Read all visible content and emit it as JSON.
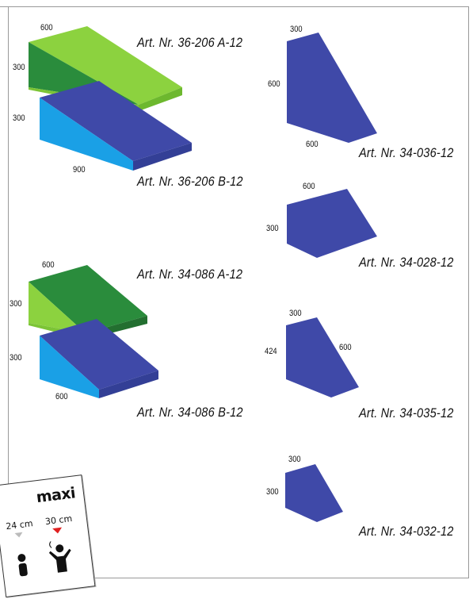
{
  "products": [
    {
      "article": "Art. Nr. 36-206 A-12",
      "color": "#8cd23f",
      "dims": [
        "600",
        "300"
      ]
    },
    {
      "article": "Art. Nr. 36-206 B-12",
      "color": "#3f49a8",
      "dims": [
        "300",
        "900"
      ]
    },
    {
      "article": "Art. Nr. 34-086 A-12",
      "color": "#2a8c3c",
      "dims": [
        "600",
        "300"
      ]
    },
    {
      "article": "Art. Nr. 34-086 B-12",
      "color": "#3f49a8",
      "dims": [
        "300",
        "600"
      ]
    },
    {
      "article": "Art. Nr. 34-036-12",
      "color": "#3f49a8",
      "dims": [
        "300",
        "600",
        "600"
      ]
    },
    {
      "article": "Art. Nr. 34-028-12",
      "color": "#3f49a8",
      "dims": [
        "600",
        "300"
      ]
    },
    {
      "article": "Art. Nr. 34-035-12",
      "color": "#3f49a8",
      "dims": [
        "300",
        "424",
        "600"
      ]
    },
    {
      "article": "Art. Nr. 34-032-12",
      "color": "#3f49a8",
      "dims": [
        "300",
        "300"
      ]
    }
  ],
  "badge": {
    "title": "maxi",
    "size_small": "24 cm",
    "size_large": "30 cm",
    "marker_small_color": "#bbbbbb",
    "marker_large_color": "#e02020"
  },
  "colors": {
    "green_light": "#8cd23f",
    "green_dark": "#2a8c3c",
    "blue_top": "#3f49a8",
    "blue_side": "#1aa0e6"
  }
}
